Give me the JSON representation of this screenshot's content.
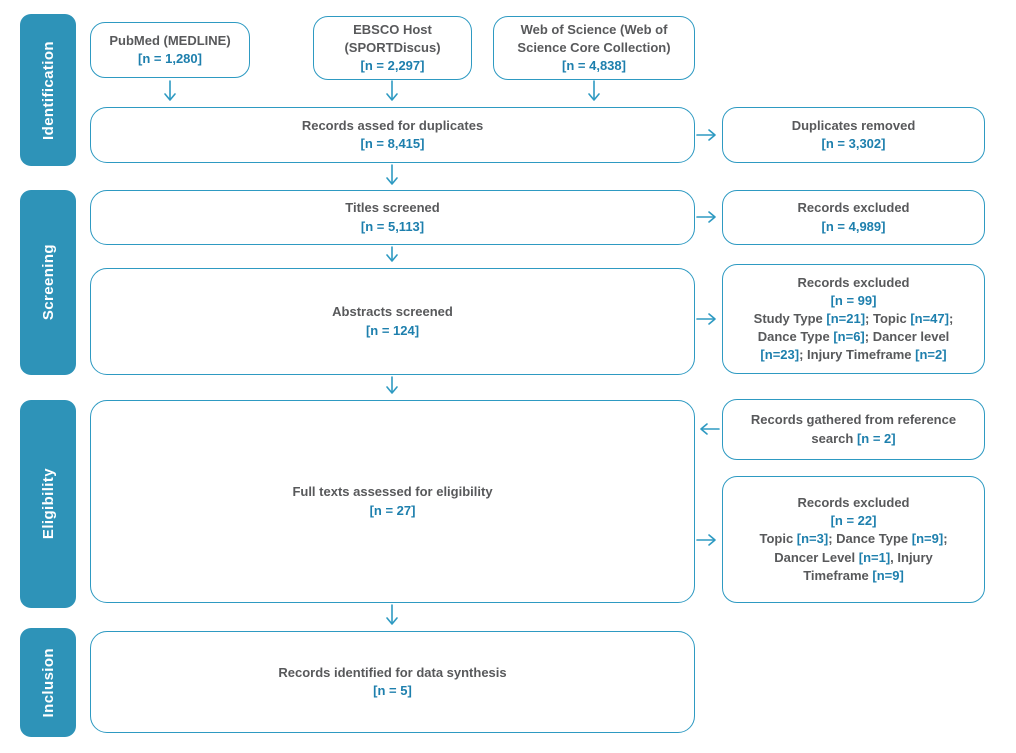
{
  "colors": {
    "teal_fill": "#2e93b8",
    "box_border": "#2e9ac2",
    "text_gray": "#58595b",
    "text_blue": "#1d7fad"
  },
  "sidebar": {
    "identification": "Identification",
    "screening": "Screening",
    "eligibility": "Eligibility",
    "inclusion": "Inclusion"
  },
  "boxes": {
    "pubmed": {
      "lines": [
        [
          {
            "t": "PubMed (MEDLINE)",
            "c": "g"
          }
        ],
        [
          {
            "t": "[n = 1,280]",
            "c": "b"
          }
        ]
      ]
    },
    "ebsco": {
      "lines": [
        [
          {
            "t": "EBSCO Host",
            "c": "g"
          }
        ],
        [
          {
            "t": "(SPORTDiscus)",
            "c": "g"
          }
        ],
        [
          {
            "t": "[n = 2,297]",
            "c": "b"
          }
        ]
      ]
    },
    "web_of_science": {
      "lines": [
        [
          {
            "t": "Web of Science (Web of",
            "c": "g"
          }
        ],
        [
          {
            "t": "Science Core Collection)",
            "c": "g"
          }
        ],
        [
          {
            "t": "[n = 4,838]",
            "c": "b"
          }
        ]
      ]
    },
    "duplicates_assessed": {
      "lines": [
        [
          {
            "t": "Records assed for duplicates",
            "c": "g"
          }
        ],
        [
          {
            "t": "[n = 8,415]",
            "c": "b"
          }
        ]
      ]
    },
    "duplicates_removed": {
      "lines": [
        [
          {
            "t": "Duplicates removed",
            "c": "g"
          }
        ],
        [
          {
            "t": "[n = 3,302]",
            "c": "b"
          }
        ]
      ]
    },
    "titles_screened": {
      "lines": [
        [
          {
            "t": "Titles screened",
            "c": "g"
          }
        ],
        [
          {
            "t": "[n = 5,113]",
            "c": "b"
          }
        ]
      ]
    },
    "records_excluded_titles": {
      "lines": [
        [
          {
            "t": "Records excluded",
            "c": "g"
          }
        ],
        [
          {
            "t": "[n = 4,989]",
            "c": "b"
          }
        ]
      ]
    },
    "abstracts_screened": {
      "lines": [
        [
          {
            "t": "Abstracts screened",
            "c": "g"
          }
        ],
        [
          {
            "t": "[n = 124]",
            "c": "b"
          }
        ]
      ]
    },
    "records_excluded_abstracts": {
      "lines": [
        [
          {
            "t": "Records excluded",
            "c": "g"
          }
        ],
        [
          {
            "t": "[n = 99]",
            "c": "b"
          }
        ],
        [
          {
            "t": "Study Type ",
            "c": "g"
          },
          {
            "t": "[n=21]",
            "c": "b"
          },
          {
            "t": "; Topic ",
            "c": "g"
          },
          {
            "t": "[n=47]",
            "c": "b"
          },
          {
            "t": ";",
            "c": "g"
          }
        ],
        [
          {
            "t": "Dance Type ",
            "c": "g"
          },
          {
            "t": "[n=6]",
            "c": "b"
          },
          {
            "t": "; Dancer level",
            "c": "g"
          }
        ],
        [
          {
            "t": "[n=23]",
            "c": "b"
          },
          {
            "t": "; Injury Timeframe ",
            "c": "g"
          },
          {
            "t": "[n=2]",
            "c": "b"
          }
        ]
      ]
    },
    "full_texts_assessed": {
      "lines": [
        [
          {
            "t": "Full texts assessed for eligibility",
            "c": "g"
          }
        ],
        [
          {
            "t": "[n = 27]",
            "c": "b"
          }
        ]
      ]
    },
    "reference_search": {
      "lines": [
        [
          {
            "t": "Records gathered from reference",
            "c": "g"
          }
        ],
        [
          {
            "t": "search ",
            "c": "g"
          },
          {
            "t": "[n = 2]",
            "c": "b"
          }
        ]
      ]
    },
    "records_excluded_fulltexts": {
      "lines": [
        [
          {
            "t": "Records excluded",
            "c": "g"
          }
        ],
        [
          {
            "t": "[n = 22]",
            "c": "b"
          }
        ],
        [
          {
            "t": "Topic ",
            "c": "g"
          },
          {
            "t": "[n=3]",
            "c": "b"
          },
          {
            "t": "; Dance Type ",
            "c": "g"
          },
          {
            "t": "[n=9]",
            "c": "b"
          },
          {
            "t": ";",
            "c": "g"
          }
        ],
        [
          {
            "t": "Dancer Level ",
            "c": "g"
          },
          {
            "t": "[n=1]",
            "c": "b"
          },
          {
            "t": ", Injury",
            "c": "g"
          }
        ],
        [
          {
            "t": "Timeframe ",
            "c": "g"
          },
          {
            "t": "[n=9]",
            "c": "b"
          }
        ]
      ]
    },
    "data_synthesis": {
      "lines": [
        [
          {
            "t": "Records identified for data synthesis",
            "c": "g"
          }
        ],
        [
          {
            "t": "[n = 5]",
            "c": "b"
          }
        ]
      ]
    }
  }
}
